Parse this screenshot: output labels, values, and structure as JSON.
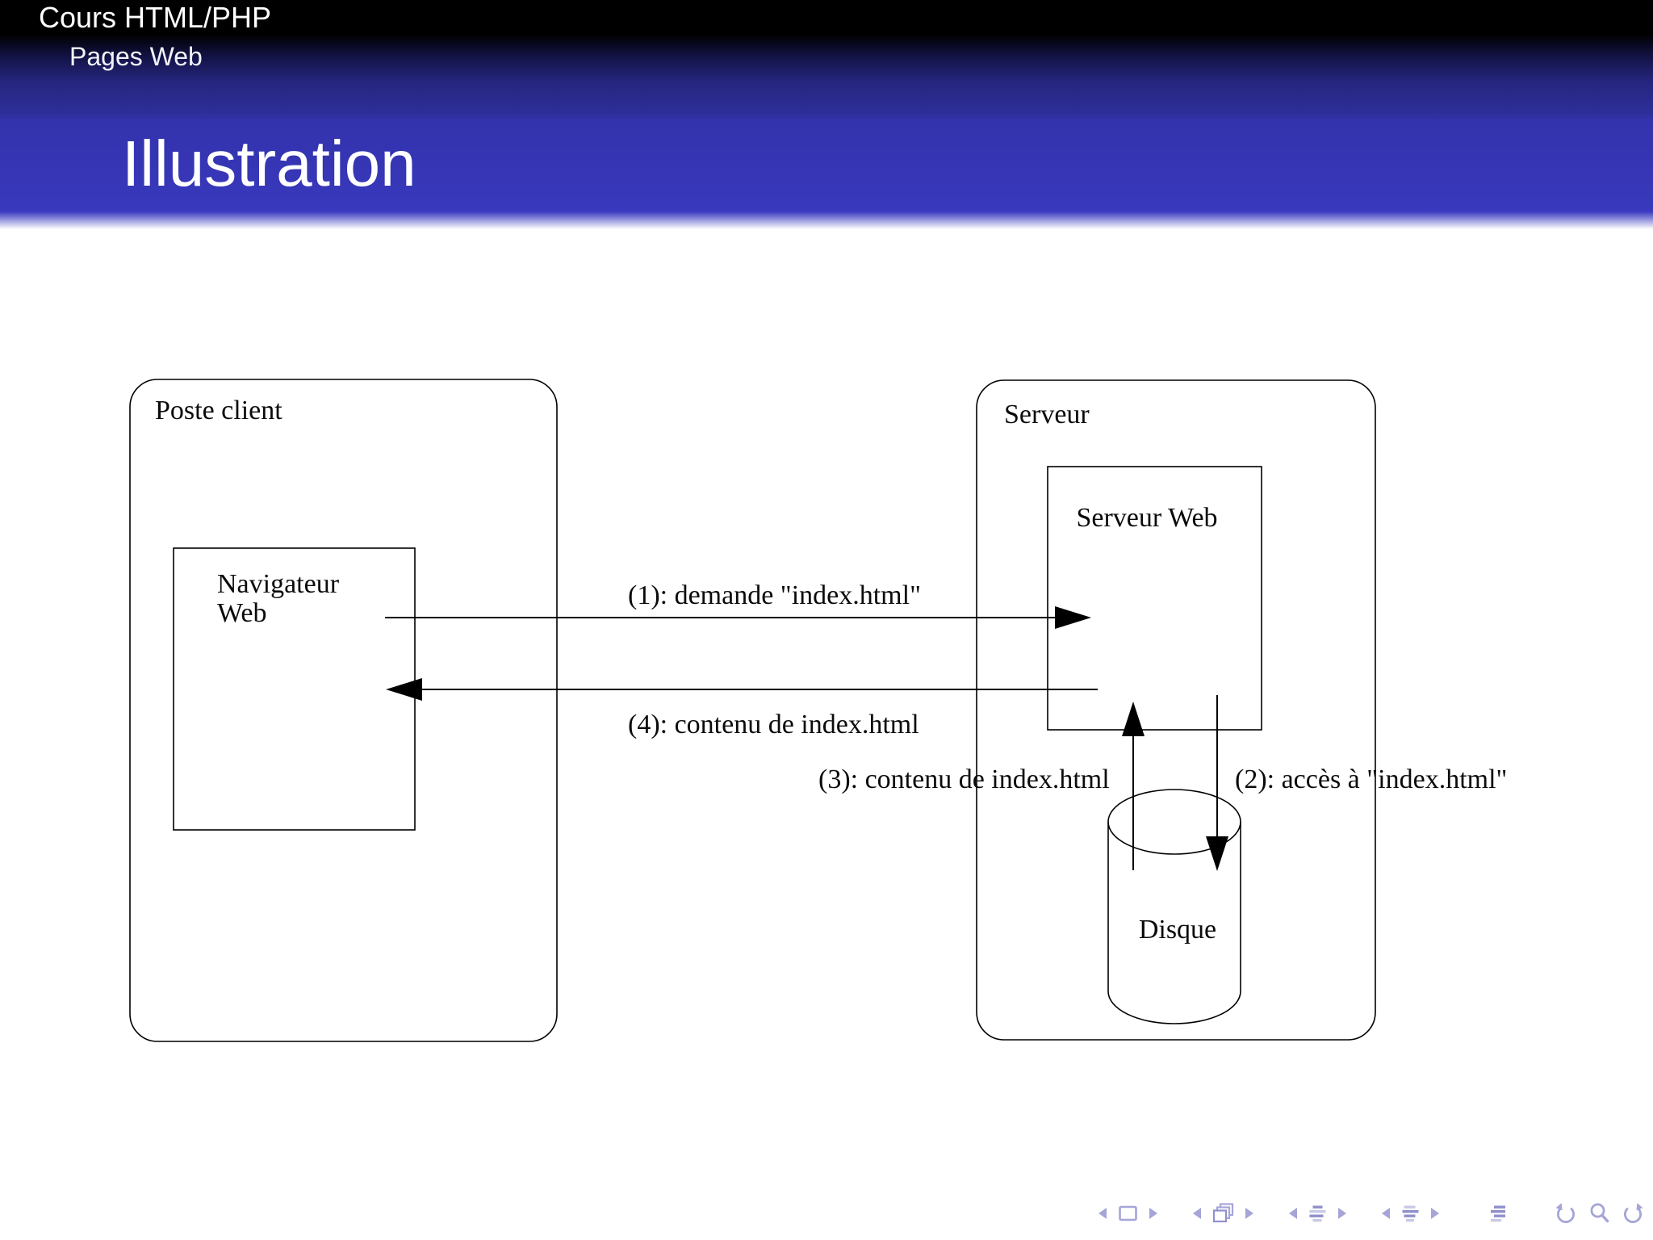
{
  "slide": {
    "header": {
      "course_title": "Cours HTML/PHP",
      "section_title": "Pages Web",
      "frame_title": "Illustration"
    },
    "diagram": {
      "client": {
        "group_label": "Poste client",
        "browser_line1": "Navigateur",
        "browser_line2": "Web"
      },
      "server": {
        "group_label": "Serveur",
        "web_server_label": "Serveur Web",
        "disk_label": "Disque"
      },
      "flows": {
        "step1": "(1): demande \"index.html\"",
        "step2": "(2): accès à \"index.html\"",
        "step3": "(3): contenu de index.html",
        "step4": "(4): contenu de index.html"
      }
    },
    "footer_nav": {
      "icon_names": [
        "prev-slide",
        "slide-frame",
        "next-slide",
        "prev-frame",
        "frame-stack",
        "next-frame",
        "prev-subsection",
        "subsection-lines",
        "next-subsection",
        "prev-section",
        "section-lines",
        "next-section",
        "outline-lines",
        "go-back",
        "search",
        "go-forward"
      ]
    },
    "colors": {
      "header_top": "#000000",
      "header_mid_blue": "#2e2e9a",
      "title_band_blue": "#3838bc",
      "header_text": "#ffffff",
      "diagram_ink": "#000000",
      "nav_icon": "#a5a5d8",
      "nav_icon_dark": "#9090cc",
      "nav_icon_light": "#c9c9e8"
    }
  }
}
